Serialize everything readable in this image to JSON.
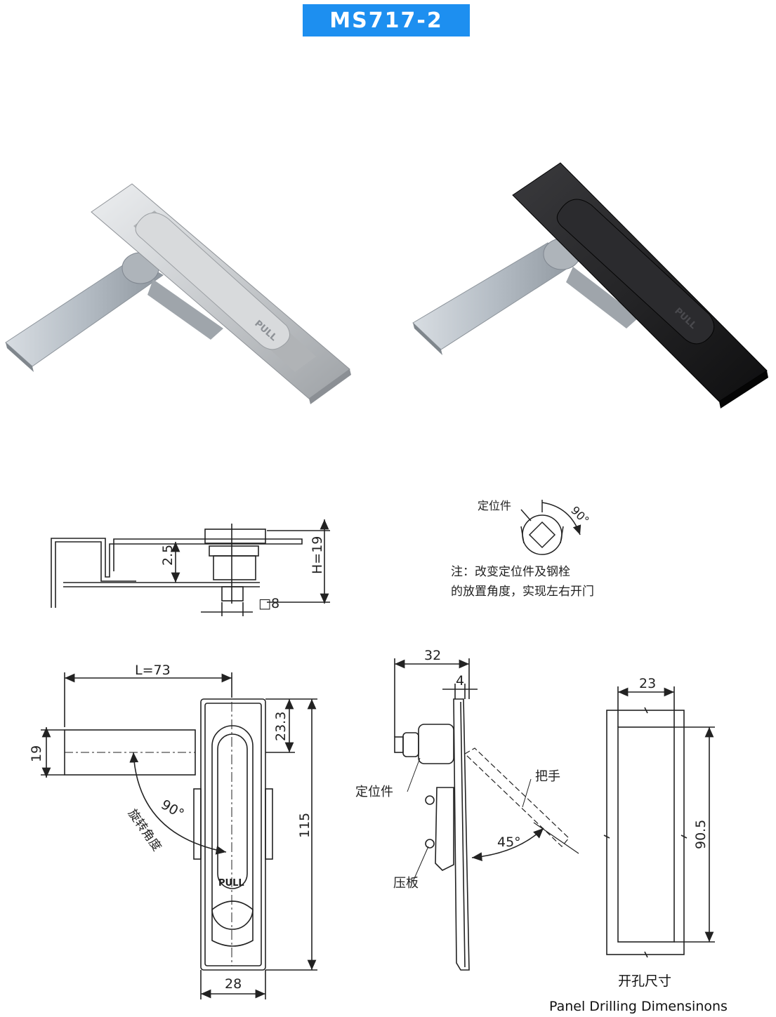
{
  "title": "MS717-2",
  "photos": {
    "left_finish": "silver",
    "right_finish": "black",
    "handle_text": "PULL"
  },
  "side_view": {
    "dim_left": "2.5",
    "dim_height": "H=19",
    "dim_square": "□8"
  },
  "orientation_detail": {
    "part_label": "定位件",
    "angle_label": "90°",
    "note_line1": "注：改变定位件及钢栓",
    "note_line2": "的放置角度，实现左右开门"
  },
  "front_view": {
    "dim_length": "L=73",
    "dim_19": "19",
    "dim_23_3": "23.3",
    "dim_115": "115",
    "dim_28": "28",
    "rotation_label": "旋转角度",
    "rotation_angle": "90°",
    "handle_text": "PULL"
  },
  "profile_view": {
    "dim_32": "32",
    "dim_4": "4",
    "label_positioner": "定位件",
    "label_handle": "把手",
    "label_plate": "压板",
    "angle": "45°"
  },
  "cutout": {
    "dim_width": "23",
    "dim_height": "90.5",
    "caption_cn": "开孔尺寸",
    "caption_en": "Panel Drilling Dimensinons"
  },
  "colors": {
    "badge": "#1d8ff0",
    "silver": "#c9cbcd",
    "black": "#1c1c1e"
  }
}
